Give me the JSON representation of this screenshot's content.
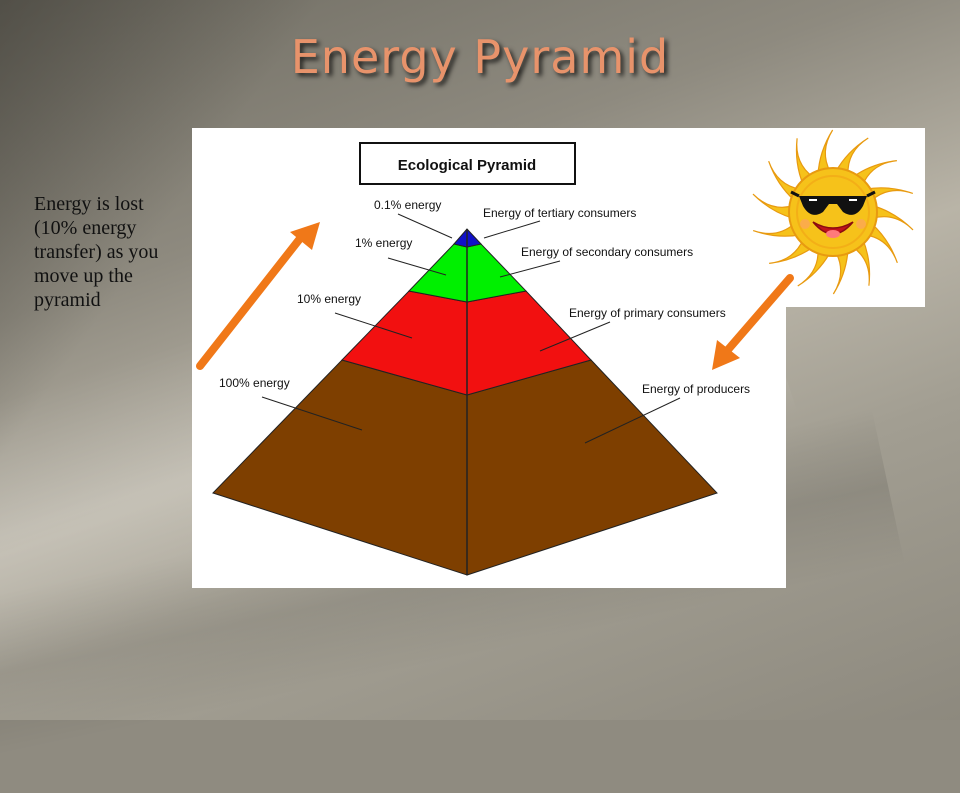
{
  "slide": {
    "title": "Energy Pyramid",
    "side_text": "Energy is lost (10% energy transfer) as you move up the pyramid"
  },
  "pyramid": {
    "title": "Ecological Pyramid",
    "levels": [
      {
        "percent_label": "0.1% energy",
        "role_label": "Energy of tertiary consumers",
        "color": "#1010c8"
      },
      {
        "percent_label": "1% energy",
        "role_label": "Energy of secondary consumers",
        "color": "#00f000"
      },
      {
        "percent_label": "10% energy",
        "role_label": "Energy of primary consumers",
        "color": "#f21010"
      },
      {
        "percent_label": "100% energy",
        "role_label": "Energy of producers",
        "color": "#7e3f00"
      }
    ]
  },
  "arrows": {
    "color": "#f07818"
  },
  "sun": {
    "icon": "sun-with-sunglasses-icon",
    "color": "#f6c21a"
  }
}
